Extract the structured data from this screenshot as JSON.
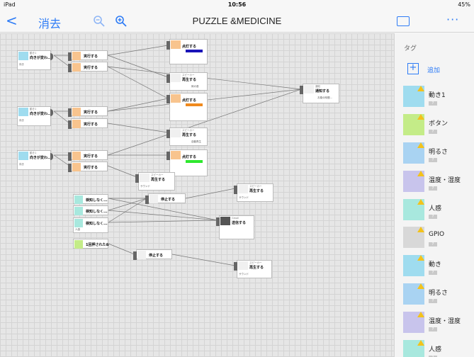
{
  "status_bar": {
    "device": "iPad",
    "time": "10:56",
    "battery": "45%"
  },
  "nav": {
    "back_glyph": "<",
    "erase_label": "消去",
    "title": "PUZZLE &MEDICINE",
    "more_glyph": "···"
  },
  "sidebar": {
    "heading": "タグ",
    "add_label": "追加",
    "tiles": [
      {
        "name": "動き1",
        "count": "?",
        "color": "#9fdcef",
        "icon": "move-icon"
      },
      {
        "name": "ボタン",
        "count": "?",
        "color": "#c4ec88",
        "icon": "button-icon"
      },
      {
        "name": "明るさ",
        "count": "?",
        "color": "#a9d3f2",
        "icon": "brightness-icon"
      },
      {
        "name": "温度・湿度",
        "count": "?",
        "color": "#c8c4ec",
        "icon": "thermometer-icon"
      },
      {
        "name": "人感",
        "count": "?",
        "color": "#a8e8de",
        "icon": "motion-sensor-icon"
      },
      {
        "name": "GPIO",
        "count": "?",
        "color": "#d8d8d8",
        "icon": "gpio-icon"
      },
      {
        "name": "動き",
        "count": "?",
        "color": "#9fdcef",
        "icon": "move-icon"
      },
      {
        "name": "明るさ",
        "count": "?",
        "color": "#a9d3f2",
        "icon": "brightness-icon"
      },
      {
        "name": "温度・湿度",
        "count": "?",
        "color": "#c8c4ec",
        "icon": "thermometer-icon"
      },
      {
        "name": "人感",
        "count": "?",
        "color": "#a8e8de",
        "icon": "motion-sensor-icon"
      }
    ]
  },
  "nodes": {
    "motion1": {
      "small": "動き1",
      "text": "向きが変わ...",
      "foot": "向き"
    },
    "motion2": {
      "small": "動き1",
      "text": "向きが変わ...",
      "foot": "向き"
    },
    "motion3": {
      "small": "動き1",
      "text": "向きが変わ...",
      "foot": "向き"
    },
    "run": "実行する",
    "led": "点灯する",
    "speaker": "スピーカー",
    "play": "再生する",
    "stop": "停止する",
    "notify_small": "通知",
    "notify": "通知する",
    "message_foot": "お薬の時間...",
    "sound_foot": "サウンド",
    "sound_a": "剣の音",
    "sound_b": "自動再生",
    "human": "人感",
    "detect": "検知しなく...",
    "mail_small": "Gmail",
    "mail": "送信する",
    "button_small": "ボタン",
    "button_text": "1回押された&",
    "stop_text": "停止する",
    "speaker_text": "再生する"
  },
  "colors": {
    "accent": "#2e7cf6",
    "led_blue": "#1a14b8",
    "led_orange": "#f08a1e",
    "led_green": "#2ee82e"
  }
}
